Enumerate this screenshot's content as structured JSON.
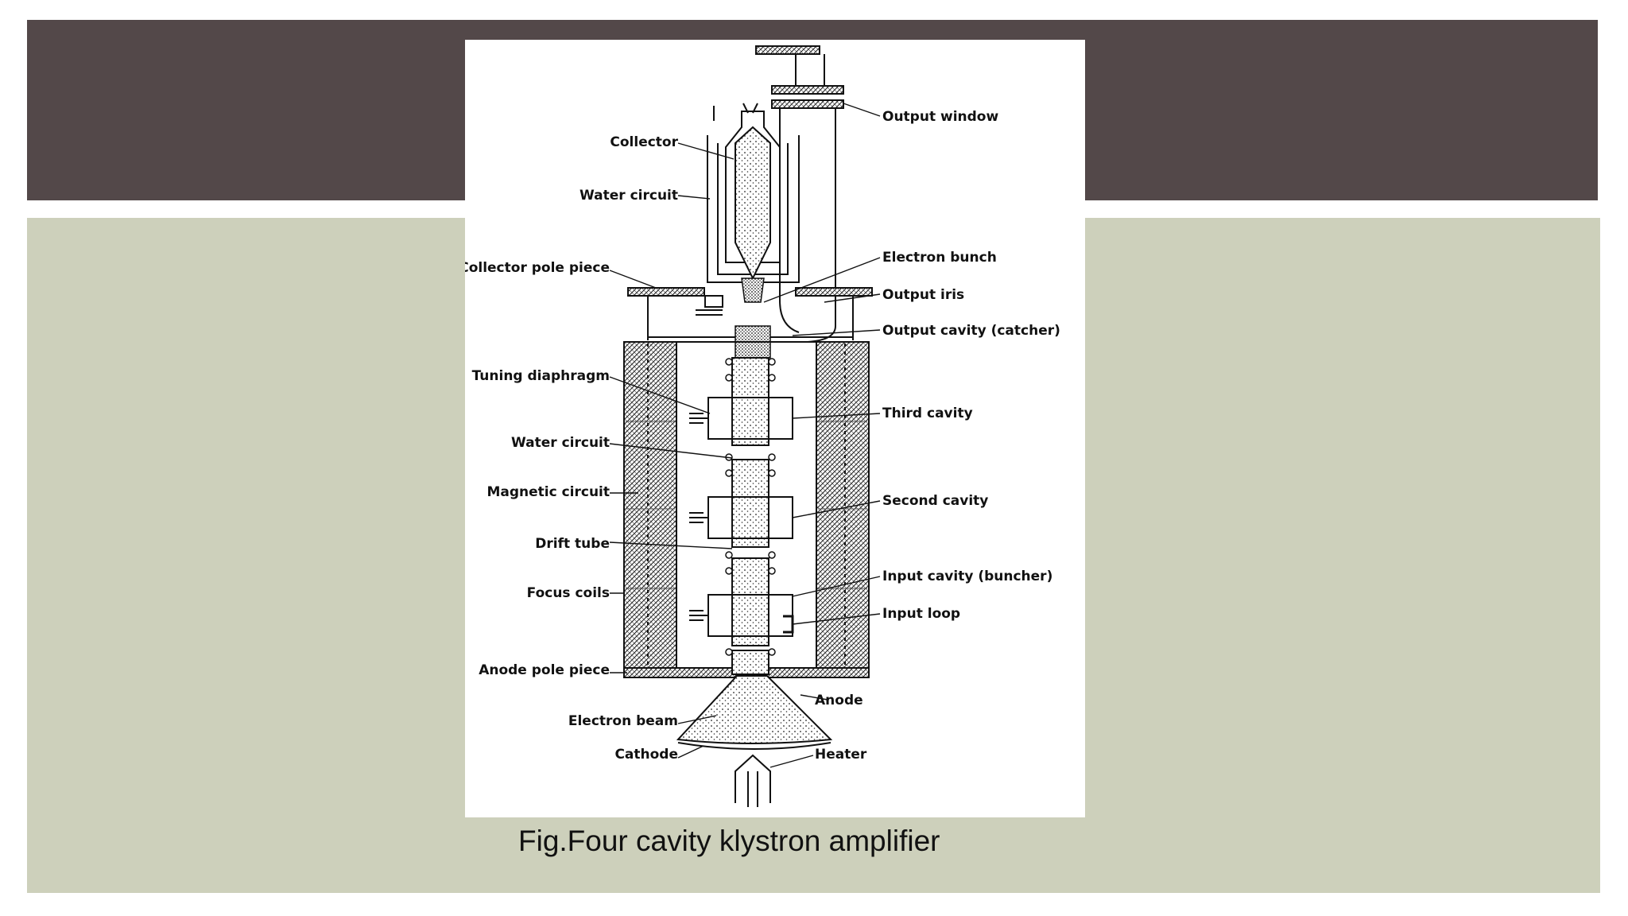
{
  "slide": {
    "colors": {
      "header_band": "#534849",
      "content_band": "#cdd0bb",
      "figure_bg": "#ffffff"
    },
    "caption": "Fig.Four cavity klystron amplifier"
  },
  "diagram": {
    "labels_left": {
      "collector": "Collector",
      "water_circuit_top": "Water circuit",
      "collector_pole_piece": "Collector pole piece",
      "tuning_diaphragm": "Tuning diaphragm",
      "water_circuit": "Water circuit",
      "magnetic_circuit": "Magnetic circuit",
      "drift_tube": "Drift tube",
      "focus_coils": "Focus coils",
      "anode_pole_piece": "Anode pole piece",
      "electron_beam": "Electron beam",
      "cathode": "Cathode"
    },
    "labels_right": {
      "output_window": "Output window",
      "electron_bunch": "Electron bunch",
      "output_iris": "Output iris",
      "output_cavity": "Output cavity (catcher)",
      "third_cavity": "Third cavity",
      "second_cavity": "Second cavity",
      "input_cavity": "Input cavity (buncher)",
      "input_loop": "Input loop",
      "anode": "Anode",
      "heater": "Heater"
    }
  }
}
